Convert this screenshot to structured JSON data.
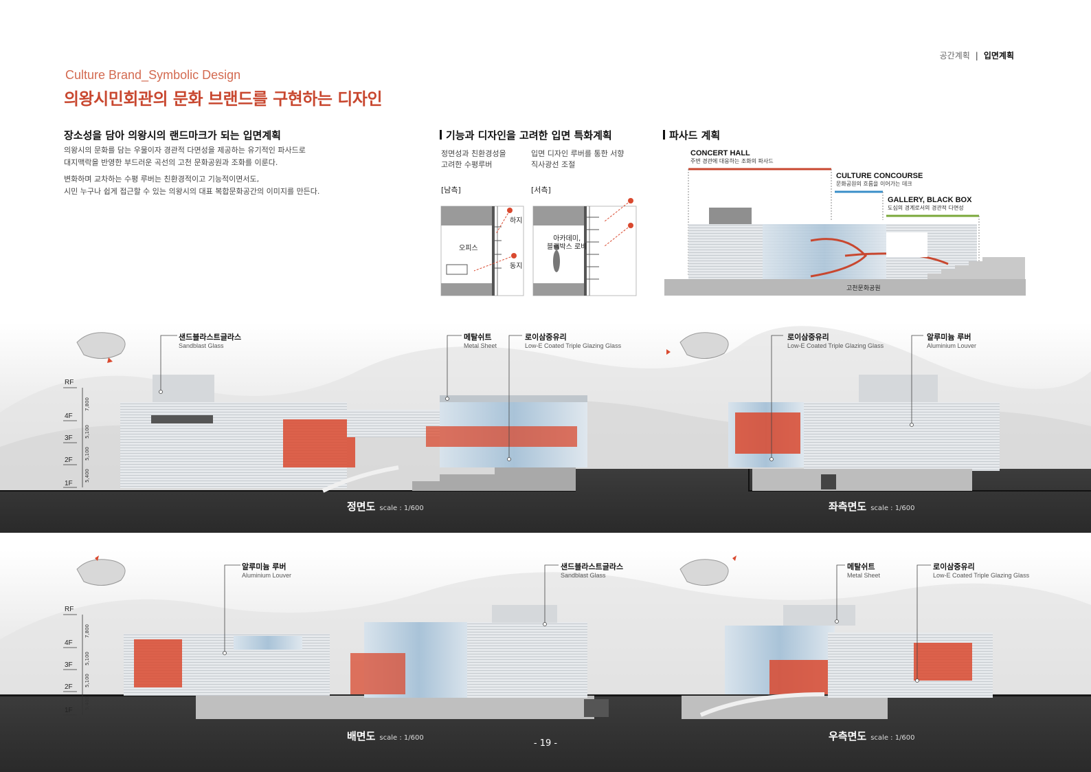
{
  "header": {
    "breadcrumb_section": "공간계획",
    "breadcrumb_separator": "|",
    "breadcrumb_current": "입면계획",
    "subtitle_en": "Culture Brand_Symbolic Design",
    "title": "의왕시민회관의 문화 브랜드를 구현하는 디자인"
  },
  "intro": {
    "heading": "장소성을 담아 의왕시의 랜드마크가 되는 입면계획",
    "paragraphs": [
      "의왕시의 문화를 담는 우물이자 경관적 다면성을 제공하는 유기적인 파사드로",
      "대지맥락을 반영한 부드러운 곡선의 고천 문화공원과 조화를 이룬다.",
      "변화하며 교차하는 수평 루버는 친환경적이고 기능적이면서도,",
      "시민 누구나 쉽게 접근할 수 있는 의왕시의 대표 복합문화공간의 이미지를 만든다."
    ]
  },
  "function": {
    "heading": "기능과 디자인을 고려한 입면 특화계획",
    "col1": [
      "정면성과 친환경성을",
      "고려한 수평루버"
    ],
    "col2": [
      "입면 디자인 루버를 통한 서향",
      "직사광선 조절"
    ],
    "south_label": "[남측]",
    "west_label": "[서측]",
    "south": {
      "summer": "하지",
      "winter": "동지",
      "room": "오피스"
    },
    "west": {
      "room_line1": "아카데미,",
      "room_line2": "블랙박스 로비"
    }
  },
  "facade": {
    "heading": "파사드 계획",
    "callouts": [
      {
        "title": "CONCERT HALL",
        "desc": "주변 경관에 대응하는 조화의 파사드",
        "color": "#c8472f"
      },
      {
        "title": "CULTURE CONCOURSE",
        "desc": "문화공원의 흐름을 이어가는 데크",
        "color": "#3a8fc8"
      },
      {
        "title": "GALLERY, BLACK BOX",
        "desc": "도심의 경계로서의 경관적 다면성",
        "color": "#7aa83a"
      }
    ],
    "ground_label": "고천문화공원"
  },
  "floors": [
    "RF",
    "4F",
    "3F",
    "2F",
    "1F"
  ],
  "floor_dims": [
    "7,800",
    "5,100",
    "5,100",
    "5,400"
  ],
  "elevations": [
    {
      "name": "정면도",
      "scale": "scale : 1/600",
      "annotations": [
        {
          "ko": "샌드블라스트글라스",
          "en": "Sandblast Glass"
        },
        {
          "ko": "메탈쉬트",
          "en": "Metal Sheet"
        },
        {
          "ko": "로이삼중유리",
          "en": "Low-E Coated Triple Glazing Glass"
        }
      ]
    },
    {
      "name": "좌측면도",
      "scale": "scale : 1/600",
      "annotations": [
        {
          "ko": "로이삼중유리",
          "en": "Low-E Coated Triple Glazing Glass"
        },
        {
          "ko": "알루미늄 루버",
          "en": "Aluminium Louver"
        }
      ]
    },
    {
      "name": "배면도",
      "scale": "scale : 1/600",
      "annotations": [
        {
          "ko": "알루미늄 루버",
          "en": "Aluminium Louver"
        },
        {
          "ko": "샌드블라스트글라스",
          "en": "Sandblast Glass"
        }
      ]
    },
    {
      "name": "우측면도",
      "scale": "scale : 1/600",
      "annotations": [
        {
          "ko": "메탈쉬트",
          "en": "Metal Sheet"
        },
        {
          "ko": "로이삼중유리",
          "en": "Low-E Coated Triple Glazing Glass"
        }
      ]
    }
  ],
  "page_number": "- 19 -",
  "colors": {
    "accent": "#c8472f",
    "ground": "#3a3a3a",
    "glass": "#b9cfe0",
    "facade_red": "#d9492f"
  }
}
